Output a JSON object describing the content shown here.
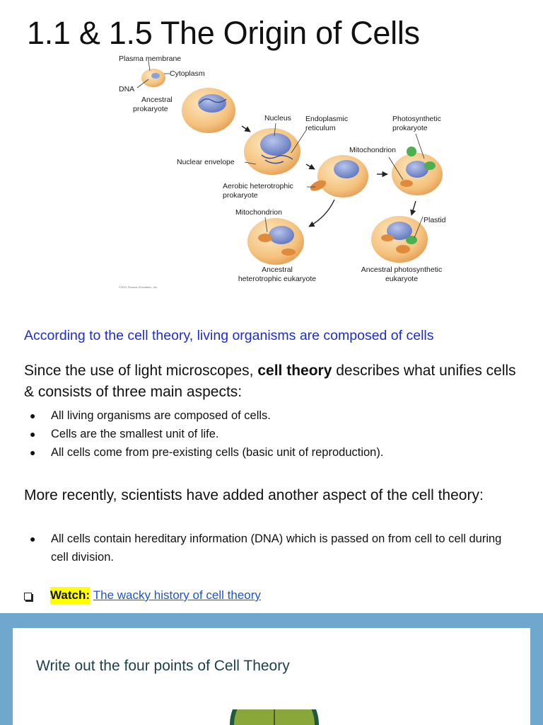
{
  "page": {
    "title": "1.1 & 1.5 The Origin of Cells"
  },
  "diagram": {
    "labels": {
      "plasma_membrane": "Plasma membrane",
      "cytoplasm": "Cytoplasm",
      "dna": "DNA",
      "ancestral": "Ancestral",
      "prokaryote": "prokaryote",
      "nucleus": "Nucleus",
      "er_line1": "Endoplasmic",
      "er_line2": "reticulum",
      "photo_line1": "Photosynthetic",
      "photo_line2": "prokaryote",
      "mitochondrion_top": "Mitochondrion",
      "nuclear_envelope": "Nuclear envelope",
      "aerobic_line1": "Aerobic heterotrophic",
      "aerobic_line2": "prokaryote",
      "mitochondrion_bottom": "Mitochondrion",
      "plastid": "Plastid",
      "hetero_line1": "Ancestral",
      "hetero_line2": "heterotrophic eukaryote",
      "photoeuk_line1": "Ancestral photosynthetic",
      "photoeuk_line2": "eukaryote",
      "copyright": "©2011 Pearson Education, Inc."
    },
    "colors": {
      "cytoplasm": "#f2c177",
      "membrane": "#e8a55c",
      "nucleus": "#7f93cf",
      "mitochondrion": "#e08a3c",
      "plastid": "#4caf50"
    }
  },
  "content": {
    "intro": "According to the cell theory, living organisms are composed of cells",
    "para1_before": "Since the use of light microscopes, ",
    "para1_bold": "cell theory",
    "para1_after": " describes what unifies cells & consists of three main aspects:",
    "bullets": [
      "All living organisms are composed of cells.",
      "Cells are the smallest unit of life.",
      "All cells come from pre-existing cells (basic unit of reproduction)."
    ],
    "para2": "More recently, scientists have added another aspect of the cell theory:",
    "bullets2": [
      "All cells contain hereditary information (DNA) which is passed on from cell to cell during cell division."
    ],
    "watch_label": "Watch:",
    "watch_link": "The wacky history of cell theory",
    "bullet_glyph": "●"
  },
  "panel": {
    "card_title": "Write out the four points of Cell Theory",
    "background": "#6fa8cc",
    "emblem_color": "#1f5a3c"
  }
}
